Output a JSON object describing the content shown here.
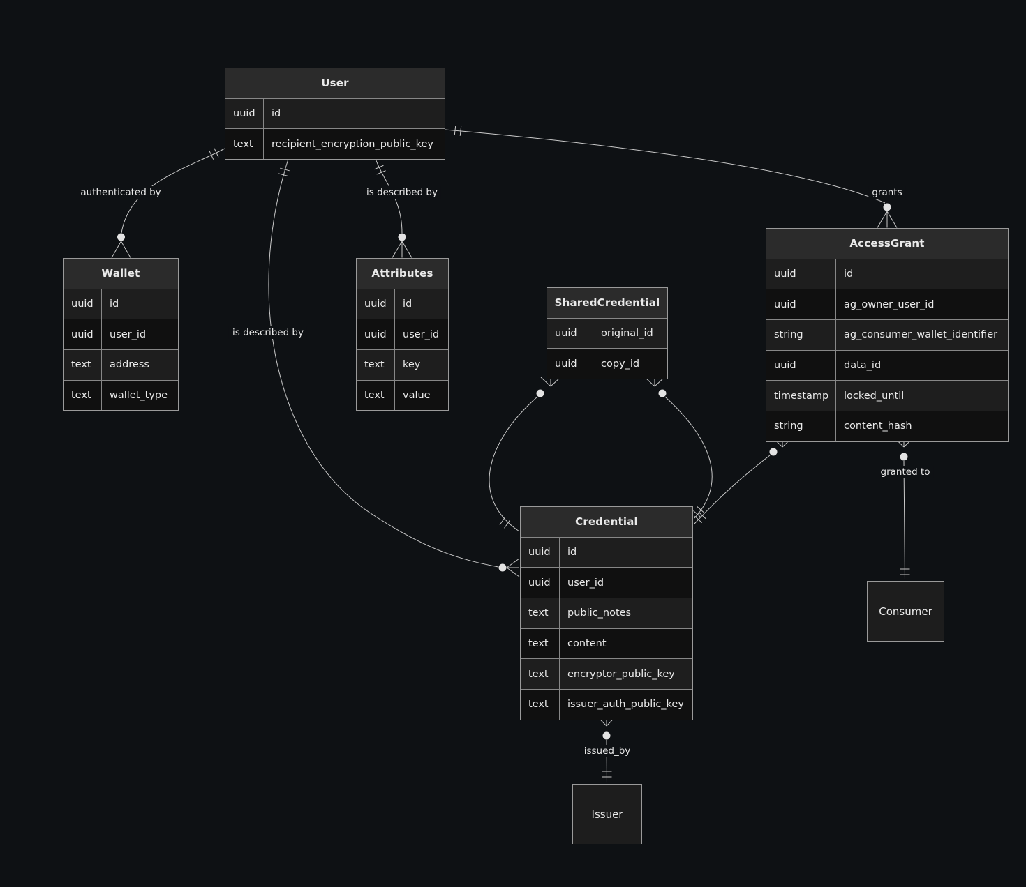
{
  "colors": {
    "background": "#0e1114",
    "line": "#c9c9c9",
    "header_fill": "#2b2b2b",
    "row_odd": "#1e1e1e",
    "row_even": "#101010"
  },
  "entities": {
    "user": {
      "title": "User",
      "rows": [
        {
          "type": "uuid",
          "name": "id"
        },
        {
          "type": "text",
          "name": "recipient_encryption_public_key"
        }
      ]
    },
    "wallet": {
      "title": "Wallet",
      "rows": [
        {
          "type": "uuid",
          "name": "id"
        },
        {
          "type": "uuid",
          "name": "user_id"
        },
        {
          "type": "text",
          "name": "address"
        },
        {
          "type": "text",
          "name": "wallet_type"
        }
      ]
    },
    "attributes": {
      "title": "Attributes",
      "rows": [
        {
          "type": "uuid",
          "name": "id"
        },
        {
          "type": "uuid",
          "name": "user_id"
        },
        {
          "type": "text",
          "name": "key"
        },
        {
          "type": "text",
          "name": "value"
        }
      ]
    },
    "shared_credential": {
      "title": "SharedCredential",
      "rows": [
        {
          "type": "uuid",
          "name": "original_id"
        },
        {
          "type": "uuid",
          "name": "copy_id"
        }
      ]
    },
    "access_grant": {
      "title": "AccessGrant",
      "rows": [
        {
          "type": "uuid",
          "name": "id"
        },
        {
          "type": "uuid",
          "name": "ag_owner_user_id"
        },
        {
          "type": "string",
          "name": "ag_consumer_wallet_identifier"
        },
        {
          "type": "uuid",
          "name": "data_id"
        },
        {
          "type": "timestamp",
          "name": "locked_until"
        },
        {
          "type": "string",
          "name": "content_hash"
        }
      ]
    },
    "credential": {
      "title": "Credential",
      "rows": [
        {
          "type": "uuid",
          "name": "id"
        },
        {
          "type": "uuid",
          "name": "user_id"
        },
        {
          "type": "text",
          "name": "public_notes"
        },
        {
          "type": "text",
          "name": "content"
        },
        {
          "type": "text",
          "name": "encryptor_public_key"
        },
        {
          "type": "text",
          "name": "issuer_auth_public_key"
        }
      ]
    },
    "consumer": {
      "title": "Consumer"
    },
    "issuer": {
      "title": "Issuer"
    }
  },
  "relationships": {
    "authenticated_by": "authenticated by",
    "described_by_attributes": "is described by",
    "described_by_credential": "is described by",
    "grants": "grants",
    "granted_to": "granted to",
    "issued_by": "issued_by"
  }
}
